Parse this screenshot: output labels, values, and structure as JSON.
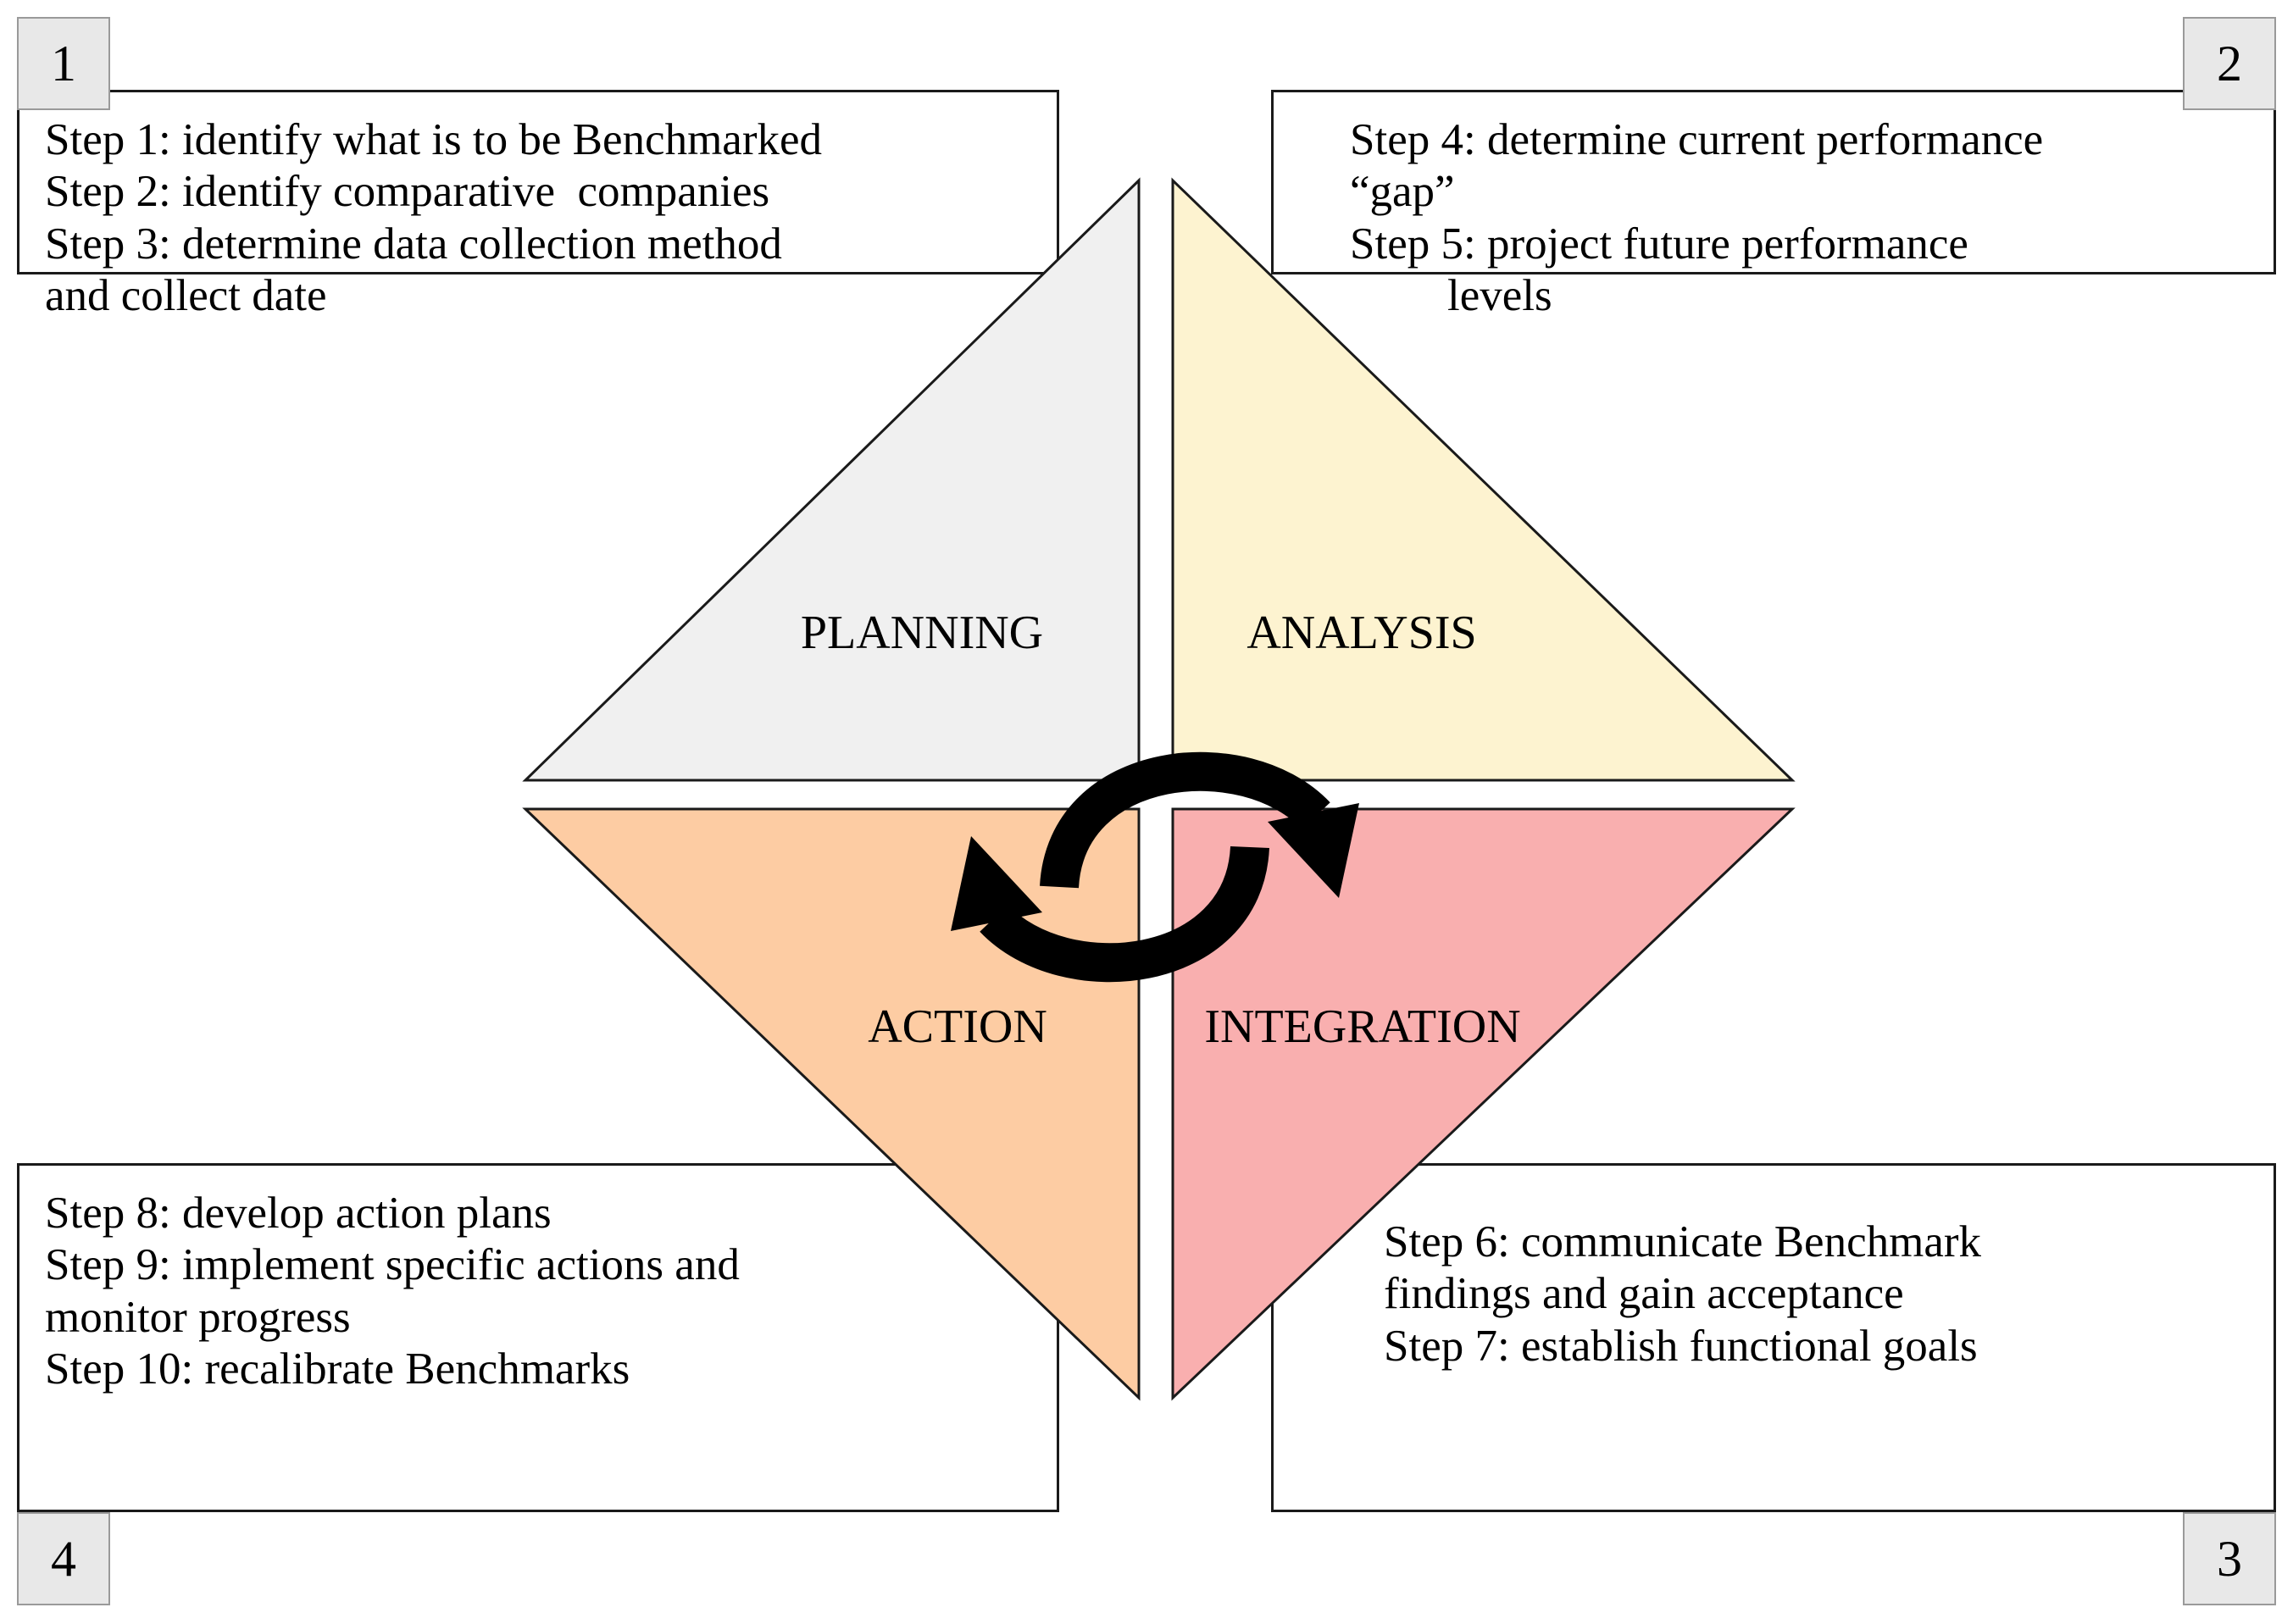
{
  "diagram": {
    "title": "Benchmarking Process",
    "colors": {
      "planning": "#f0f0f0",
      "analysis": "#fdf3d0",
      "integration": "#f9afaf",
      "action": "#fdcca3",
      "outline": "#1a1a1a",
      "badge_fill": "#e8e8e8",
      "badge_border": "#9a9a9a",
      "arrow": "#000000",
      "text": "#000000"
    },
    "quadrants": [
      {
        "id": "planning",
        "label": "PLANNING",
        "position": "top-left",
        "fill": "#f0f0f0"
      },
      {
        "id": "analysis",
        "label": "ANALYSIS",
        "position": "top-right",
        "fill": "#fdf3d0"
      },
      {
        "id": "integration",
        "label": "INTEGRATION",
        "position": "bottom-right",
        "fill": "#f9afaf"
      },
      {
        "id": "action",
        "label": "ACTION",
        "position": "bottom-left",
        "fill": "#fdcca3"
      }
    ],
    "arrows": [
      {
        "id": "top-arrow",
        "direction": "clockwise-right",
        "from": "planning",
        "to": "analysis"
      },
      {
        "id": "bottom-arrow",
        "direction": "clockwise-left",
        "from": "integration",
        "to": "action"
      }
    ]
  },
  "panels": {
    "panel1": {
      "badge": "1",
      "lines": [
        "Step 1: identify what is to be Benchmarked",
        "Step 2: identify comparative  companies",
        "Step 3: determine data collection method",
        "and collect date"
      ]
    },
    "panel2": {
      "badge": "2",
      "lines": [
        "Step 4: determine current performance",
        "“gap”",
        "Step 5: project future performance",
        "levels"
      ]
    },
    "panel3": {
      "badge": "3",
      "lines": [
        "Step 6: communicate Benchmark",
        "findings and gain acceptance",
        "Step 7: establish functional goals"
      ]
    },
    "panel4": {
      "badge": "4",
      "lines": [
        "Step 8: develop action plans",
        "Step 9: implement specific actions and",
        "monitor progress",
        "Step 10: recalibrate Benchmarks"
      ]
    }
  }
}
